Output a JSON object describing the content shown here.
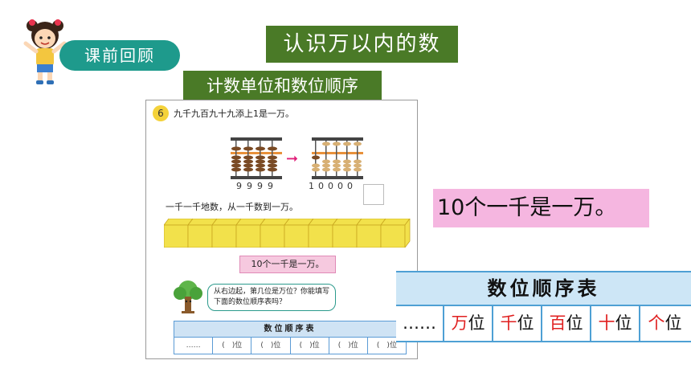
{
  "header": {
    "review_label": "课前回顾",
    "main_title": "认识万以内的数",
    "sub_title": "计数单位和数位顺序"
  },
  "textbook": {
    "exercise_number": "6",
    "exercise_text": "九千九百九十九添上1是一万。",
    "digits_left": "9999",
    "digits_right": "10000",
    "count_text": "一千一千地数，从一千数到一万。",
    "ten_thousand_text": "10个一千是一万。",
    "bubble_text": "从右边起，第几位是万位？你能填写下面的数位顺序表吗？",
    "mini_table_title": "数位顺序表",
    "mini_table_cells": [
      "……",
      "(　)位",
      "(　)位",
      "(　)位",
      "(　)位",
      "(　)位"
    ]
  },
  "answer": {
    "text": "10个一千是一万。"
  },
  "order_table": {
    "title": "数位顺序表",
    "dots": "……",
    "places": [
      {
        "char": "万",
        "suffix": "位"
      },
      {
        "char": "千",
        "suffix": "位"
      },
      {
        "char": "百",
        "suffix": "位"
      },
      {
        "char": "十",
        "suffix": "位"
      },
      {
        "char": "个",
        "suffix": "位"
      }
    ]
  },
  "colors": {
    "badge": "#1e9a8c",
    "title_green": "#4a7a27",
    "answer_pink": "#f5b6e0",
    "place_red": "#e02020",
    "table_blue": "#4ea0d4"
  }
}
